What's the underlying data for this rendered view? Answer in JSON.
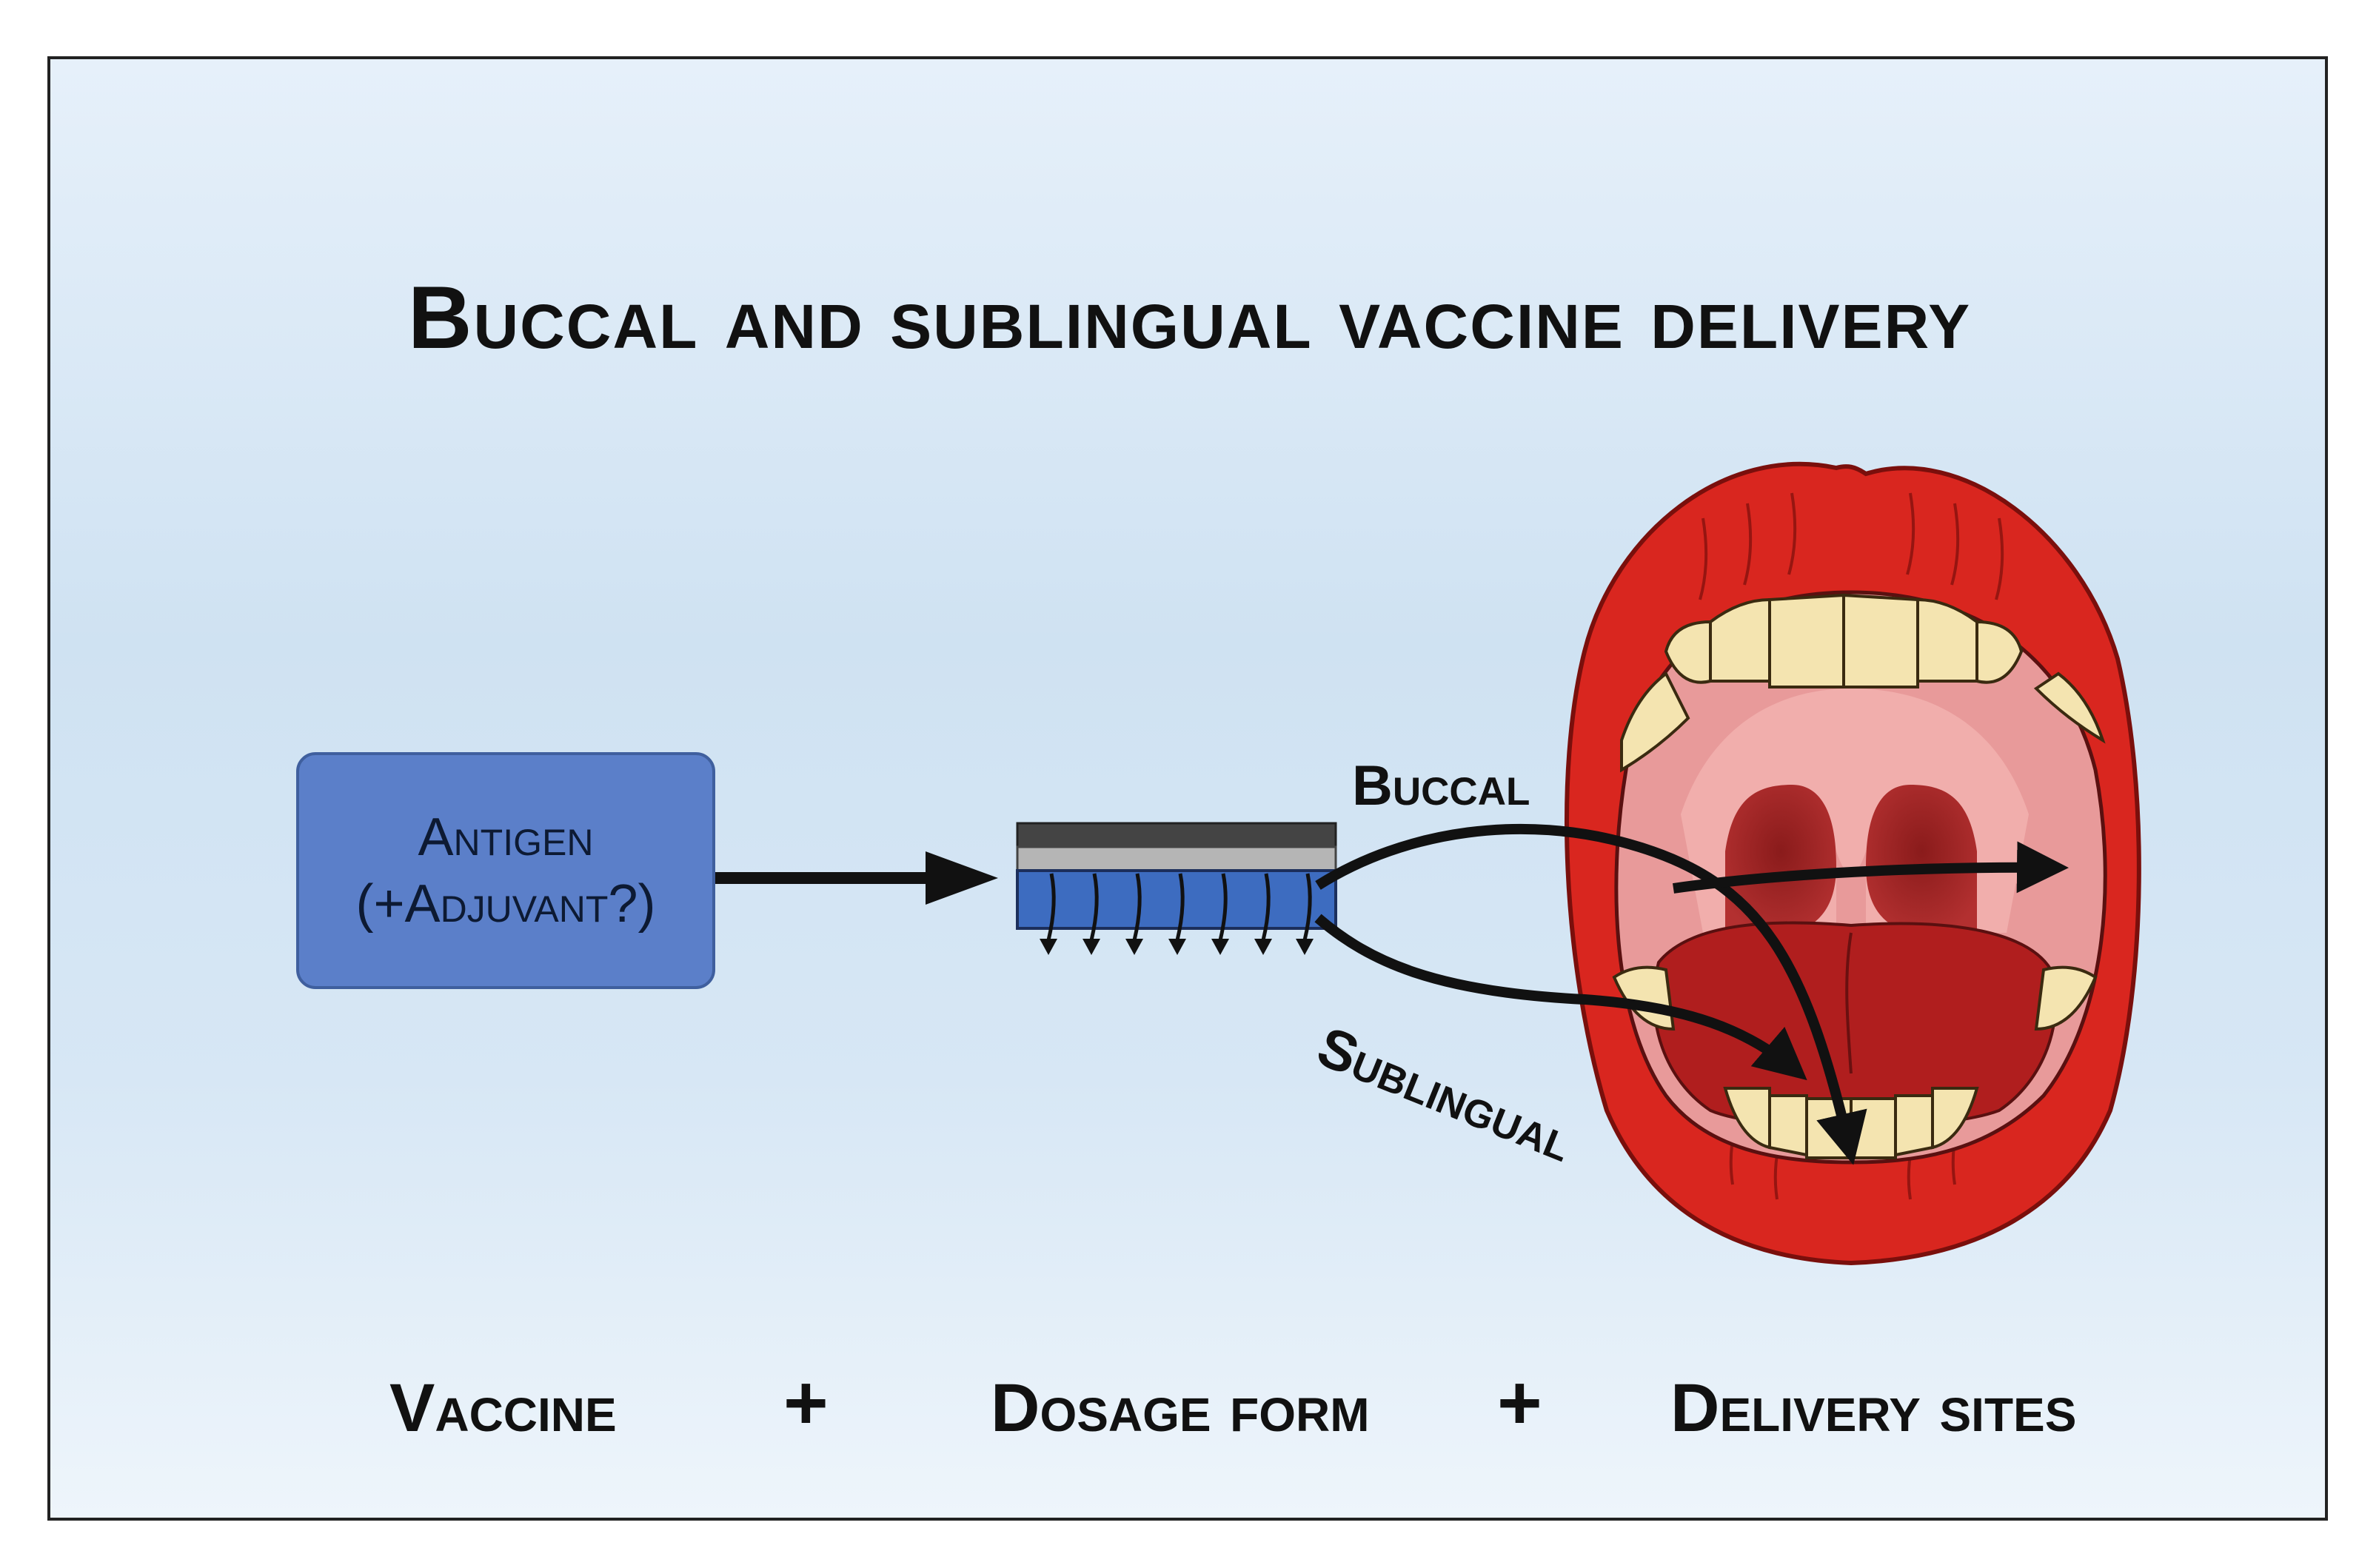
{
  "title": "Buccal and sublingual vaccine delivery",
  "antigen_box": {
    "line1": "Antigen",
    "line2": "(+Adjuvant?)"
  },
  "routes": {
    "buccal": "Buccal",
    "sublingual": "Sublingual"
  },
  "bottom_row": {
    "vaccine": "Vaccine",
    "plus1": "+",
    "dosage_form": "Dosage form",
    "plus2": "+",
    "delivery_sites": "Delivery sites"
  },
  "colors": {
    "antigen_box": "#5b7fc9",
    "film_blue": "#3d6cc0",
    "lips": "#d9261f",
    "mouth_interior": "#e89a9a",
    "teeth": "#f4e4b0"
  }
}
